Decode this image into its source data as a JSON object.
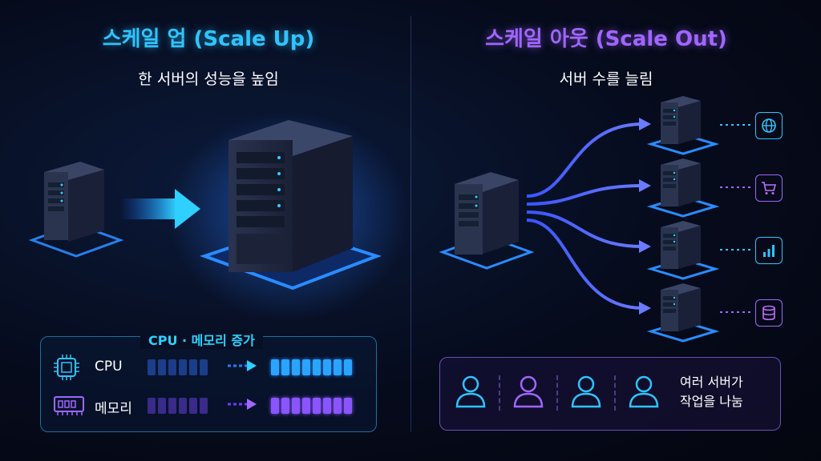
{
  "scale_up": {
    "title": "스케일 업 (Scale Up)",
    "subtitle": "한 서버의 성능을 높임",
    "panel_title": "CPU · 메모리 증가",
    "cpu_label": "CPU",
    "memory_label": "메모리",
    "cpu_before_blocks": 6,
    "cpu_after_blocks": 8,
    "memory_before_blocks": 6,
    "memory_after_blocks": 8,
    "accent": "#2fc4ff"
  },
  "scale_out": {
    "title": "스케일 아웃 (Scale Out)",
    "subtitle": "서버 수를 늘림",
    "server_icons": [
      "globe-icon",
      "cart-icon",
      "bar-chart-icon",
      "database-icon"
    ],
    "users_count": 4,
    "share_line1": "여러 서버가",
    "share_line2": "작업을 나눔",
    "accent": "#a066ff"
  }
}
